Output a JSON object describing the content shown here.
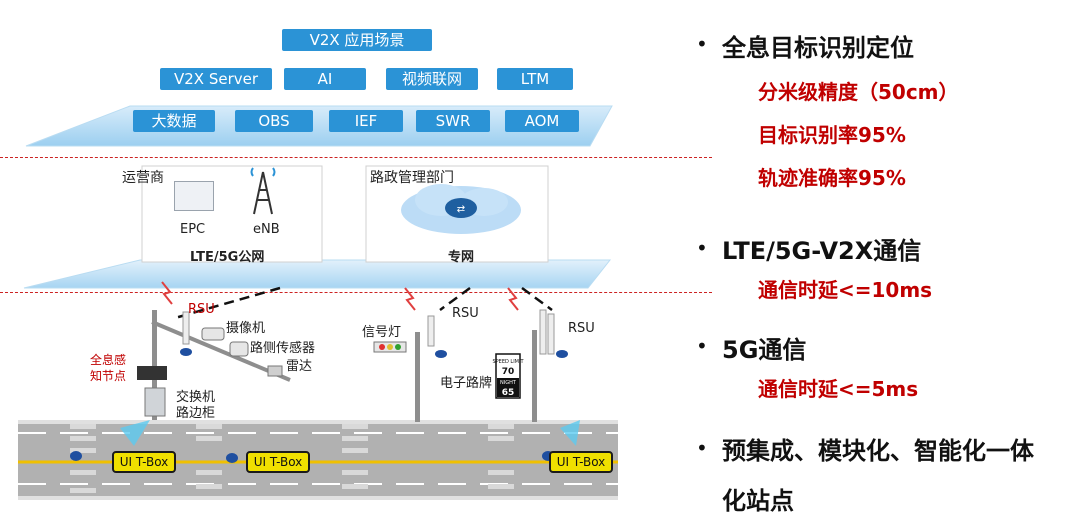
{
  "top": {
    "title": "V2X 应用场景",
    "row1": [
      "V2X Server",
      "AI",
      "视频联网",
      "LTM"
    ],
    "row2": [
      "大数据",
      "OBS",
      "IEF",
      "SWR",
      "AOM"
    ]
  },
  "middle": {
    "operator": "运营商",
    "epc": "EPC",
    "enb": "eNB",
    "public_net": "LTE/5G公网",
    "road_dept": "路政管理部门",
    "private_net": "专网"
  },
  "bottom": {
    "rsu1": "RSU",
    "camera": "摄像机",
    "roadside_sensor": "路侧传感器",
    "radar": "雷达",
    "holo_node": "全息感\n知节点",
    "switch": "交换机",
    "cabinet": "路边柜",
    "signal_light": "信号灯",
    "rsu2": "RSU",
    "e_sign": "电子路牌",
    "rsu3": "RSU",
    "speed_sign_top": "SPEED LIMIT",
    "speed_val": "70",
    "night": "NIGHT",
    "night_val": "65",
    "ubox_label": "UI T-Box"
  },
  "bullets": [
    {
      "title": "全息目标识别定位",
      "subs": [
        "分米级精度（50cm）",
        "目标识别率95%",
        "轨迹准确率95%"
      ]
    },
    {
      "title": "LTE/5G-V2X通信",
      "subs": [
        "通信时延<=10ms"
      ]
    },
    {
      "title": "5G通信",
      "subs": [
        "通信时延<=5ms"
      ]
    },
    {
      "title": "预集成、模块化、智能化一体",
      "subs": []
    },
    {
      "title": "化站点",
      "subs": []
    }
  ],
  "colors": {
    "accent_blue": "#2b93d6",
    "red": "#c00000",
    "road": "#a8a8a8",
    "lane_yellow": "#f0c000"
  }
}
